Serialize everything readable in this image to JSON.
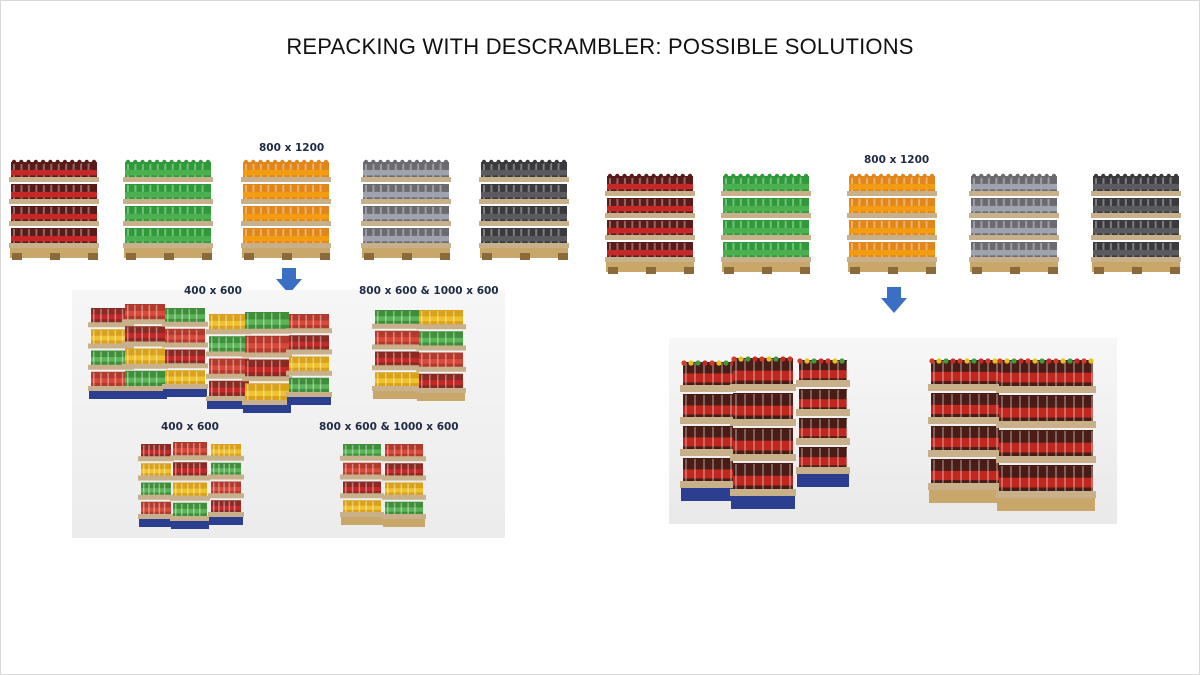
{
  "slide": {
    "title": "REPACKING WITH DESCRAMBLER: POSSIBLE SOLUTIONS"
  },
  "left_scenario": {
    "source_label": "800 x 1200",
    "pallets": [
      {
        "product": "red-cola",
        "bottle": "#5a1a18",
        "band": "#c62828"
      },
      {
        "product": "green-soda",
        "bottle": "#2e9a3a",
        "band": "#4caf50"
      },
      {
        "product": "orange-soda",
        "bottle": "#e0861a",
        "band": "#f39c12"
      },
      {
        "product": "clear-water",
        "bottle": "#6a6a70",
        "band": "#9fa3ad"
      },
      {
        "product": "dark-cola",
        "bottle": "#3a3a3e",
        "band": "#5a5a5f"
      }
    ],
    "labels": {
      "mixed_blue_top": "400 x 600",
      "mixed_wood_top": "800 x 600 & 1000 x 600",
      "mixed_blue_bottom": "400 x 600",
      "mixed_wood_bottom": "800 x 600 & 1000 x 600"
    }
  },
  "right_scenario": {
    "source_label": "800 x 1200",
    "pallets": [
      {
        "product": "red-cola",
        "bottle": "#5a1a18",
        "band": "#c62828"
      },
      {
        "product": "green-soda",
        "bottle": "#2e9a3a",
        "band": "#4caf50"
      },
      {
        "product": "orange-soda",
        "bottle": "#e0861a",
        "band": "#f39c12"
      },
      {
        "product": "clear-water",
        "bottle": "#6a6a70",
        "band": "#9fa3ad"
      },
      {
        "product": "dark-cola",
        "bottle": "#3a3a3e",
        "band": "#5a5a5f"
      }
    ]
  },
  "colors": {
    "arrow": "#3a6fc4",
    "pallet_wood": "#c9a76a",
    "pallet_blue": "#2c3e8f",
    "tray": "#c8b08a"
  }
}
